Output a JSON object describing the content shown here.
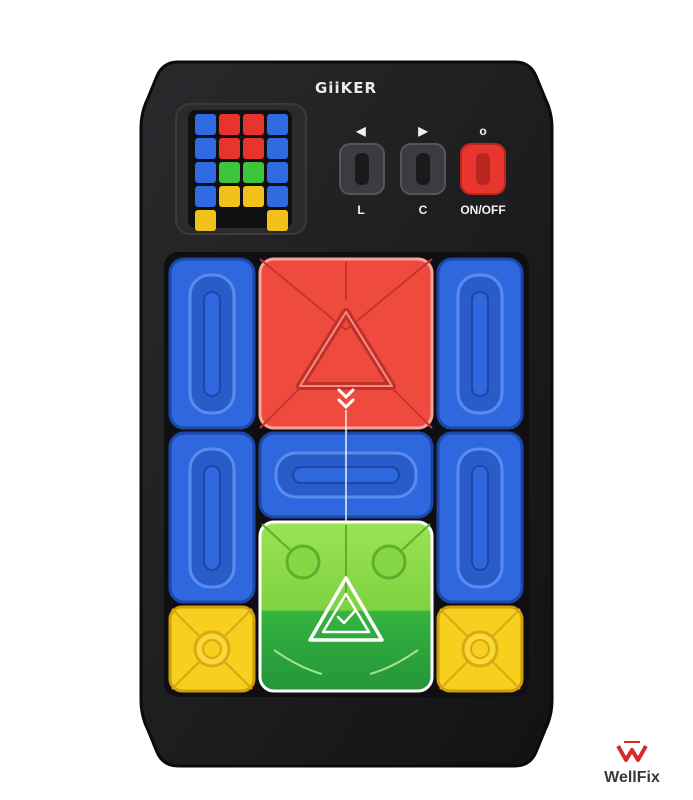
{
  "device": {
    "brand": "GiiKER",
    "body_color": "#1c1c1e",
    "buttons": [
      {
        "arrow": "◀",
        "label": "L",
        "color": "#3c3c40"
      },
      {
        "arrow": "▶",
        "label": "C",
        "color": "#3c3c40"
      },
      {
        "arrow": "o",
        "label": "ON/OFF",
        "color": "#e8352e"
      }
    ],
    "mini_display": {
      "colors": {
        "B": "#2f6ae3",
        "R": "#e8342c",
        "G": "#3ec43a",
        "Y": "#f2c21b",
        "K": "#151515"
      },
      "grid": [
        [
          "B",
          "R",
          "R",
          "B"
        ],
        [
          "B",
          "R",
          "R",
          "B"
        ],
        [
          "B",
          "G",
          "G",
          "B"
        ],
        [
          "B",
          "Y",
          "Y",
          "B"
        ],
        [
          "Y",
          "K",
          "K",
          "Y"
        ]
      ]
    },
    "tiles": {
      "blue": "#2f67de",
      "red": "#ef4a3e",
      "green_top": "#8fdb4a",
      "green_bottom": "#2ea838",
      "yellow": "#f7cf1f"
    },
    "icons": [
      "triangle-icon",
      "chevron-down-icon",
      "check-triangle-icon"
    ]
  },
  "watermark": {
    "text": "WellFix",
    "color": "#d62b2b"
  }
}
